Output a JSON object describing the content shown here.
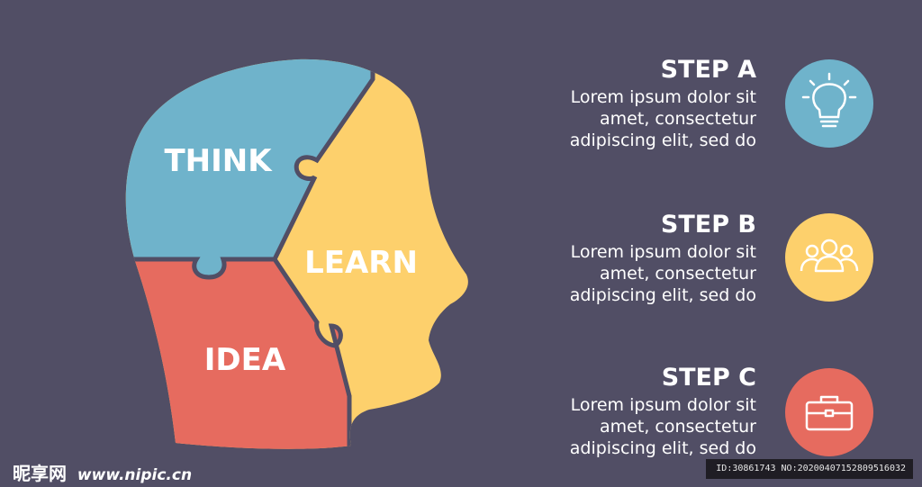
{
  "colors": {
    "background": "#514e65",
    "think": "#6fb3cb",
    "learn": "#fdd06c",
    "idea": "#e66b5f",
    "text": "#ffffff"
  },
  "head": {
    "think_label": "THINK",
    "learn_label": "LEARN",
    "idea_label": "IDEA"
  },
  "steps": [
    {
      "title": "STEP A",
      "lines": [
        "Lorem ipsum dolor sit",
        "amet, consectetur",
        "adipiscing elit, sed do"
      ],
      "icon": "lightbulb-icon",
      "color": "#6fb3cb"
    },
    {
      "title": "STEP B",
      "lines": [
        "Lorem ipsum dolor sit",
        "amet, consectetur",
        "adipiscing elit, sed do"
      ],
      "icon": "people-icon",
      "color": "#fdd06c"
    },
    {
      "title": "STEP C",
      "lines": [
        "Lorem ipsum dolor sit",
        "amet, consectetur",
        "adipiscing elit, sed do"
      ],
      "icon": "briefcase-icon",
      "color": "#e66b5f"
    }
  ],
  "watermark": {
    "brand": "昵享网",
    "url": "www.nipic.cn",
    "id_text": "ID:30861743 NO:20200407152809516032"
  }
}
